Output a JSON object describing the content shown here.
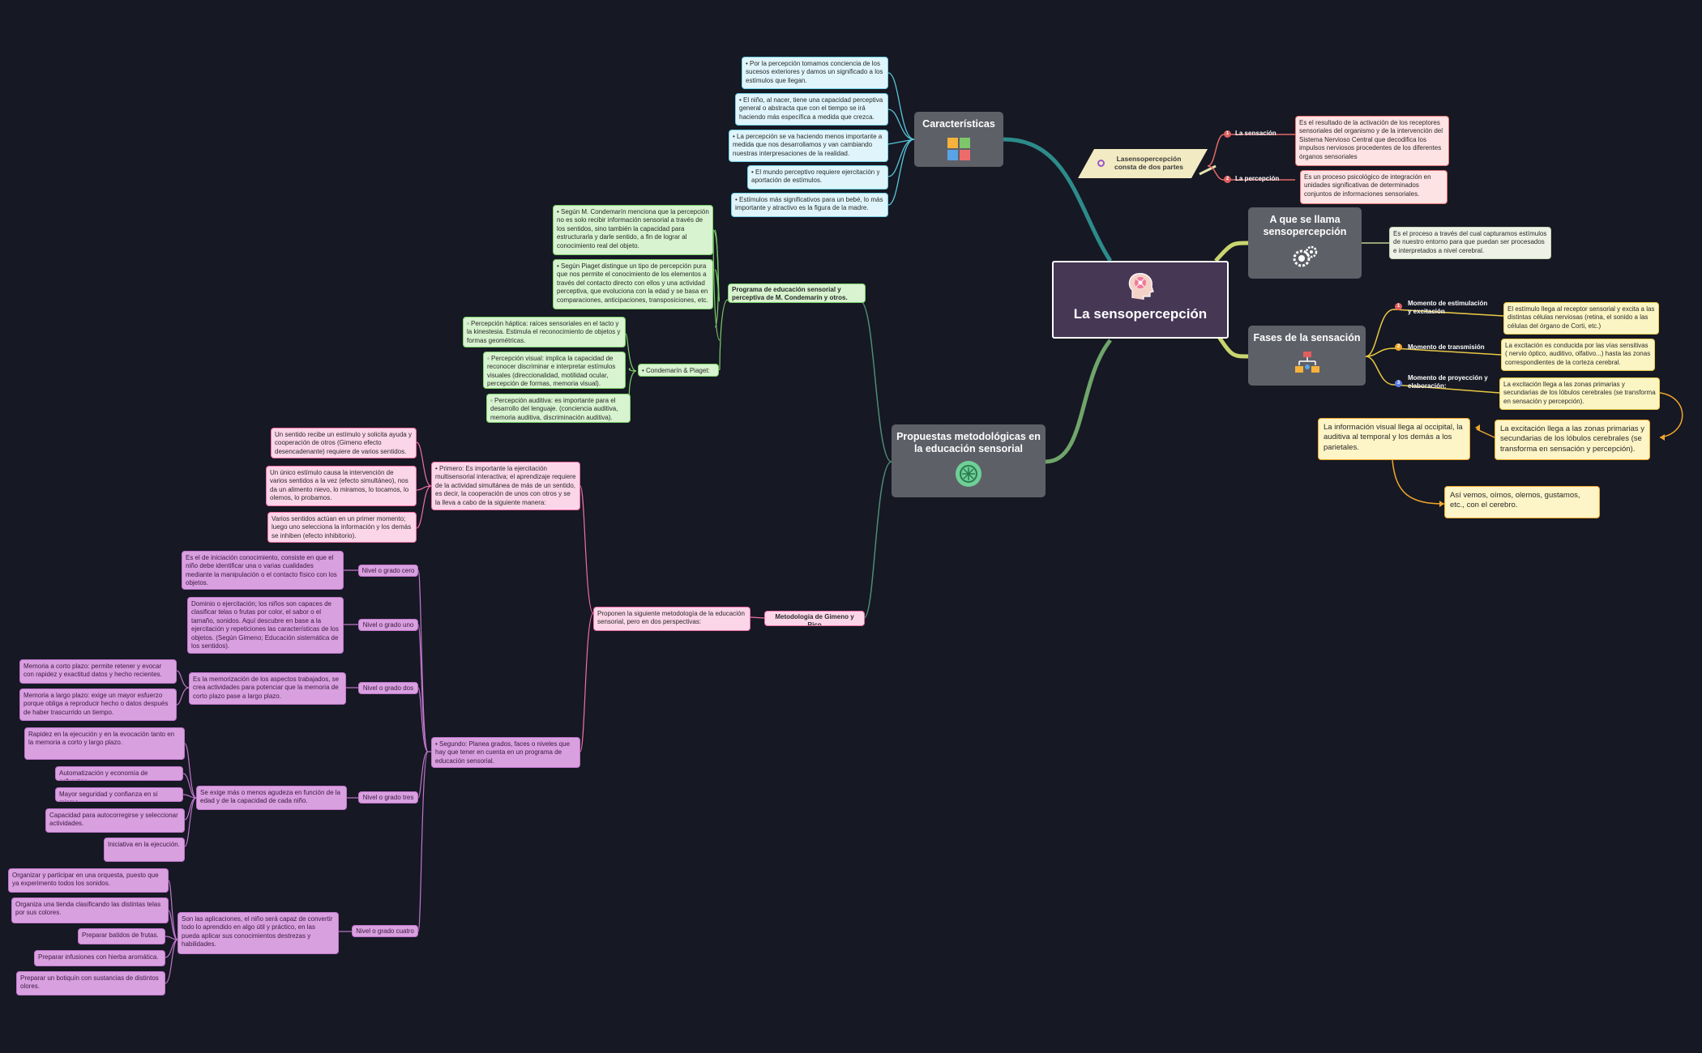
{
  "central": {
    "title": "La sensopercepción",
    "icon": "brain-head-icon"
  },
  "caracteristicas": {
    "title": "Características",
    "icon": "colorful-squares-icon",
    "items": [
      "• Por la percepción tomamos conciencia de los sucesos exteriores y damos un significado a los estímulos que llegan.",
      "• El niño, al nacer, tiene una capacidad perceptiva general o abstracta que con el tiempo se irá haciendo más específica a medida que crezca.",
      "• La percepción se va haciendo menos importante a medida que nos desarrollamos y van cambiando nuestras interpresaciones de la realidad.",
      "• El mundo perceptivo requiere ejercitación y aportación de estímulos.",
      "• Estímulos más significativos para un bebé, lo más importante y atractivo es la figura de la madre."
    ]
  },
  "dos_partes": {
    "label": "Lasensopercepción consta de dos partes",
    "items": [
      {
        "label": "La sensación",
        "text": "Es el resultado de la activación de los receptores sensoriales del organismo y de la intervención del Sistema Nervioso Central que decodifica los impulsos nerviosos procedentes de los diferentes órganos sensoriales"
      },
      {
        "label": "La percepción",
        "text": "Es un proceso psicológico de integración en unidades significativas de determinados conjuntos de informaciones sensoriales."
      }
    ]
  },
  "a_que_se_llama": {
    "title": "A que se llama sensopercepción",
    "icon": "gears-icon",
    "text": "Es el proceso a través del cual capturamos estímulos de nuestro entorno para que puedan ser procesados e interpretados a nivel cerebral."
  },
  "fases": {
    "title": "Fases de la sensación",
    "icon": "network-flow-icon",
    "items": [
      {
        "label": "Momento de estimulación y excitación",
        "text": "El estímulo llega al receptor sensorial y excita a las distintas células nerviosas (retina, el sonido a las células del órgano de Corti, etc.)"
      },
      {
        "label": "Momento de transmisión",
        "text": "La excitación es conducida por las vías sensitivas ( nervio óptico, auditivo, olfativo...) hasta las zonas correspondientes de la corteza cerebral."
      },
      {
        "label": "Momento de proyección y elaboración:",
        "text": "La excitación llega a las zonas primarias y secundarias de los lóbulos cerebrales (se transforma en sensación y percepción)."
      }
    ],
    "flow": [
      "La excitación llega a las zonas primarias y secundarias de los lóbulos cerebrales (se transforma en sensación y percepción).",
      "La información visual llega al occipital, la auditiva al temporal y los demás a los parietales.",
      "Así vemos, oímos, olemos, gustamos, etc., con el cerebro."
    ]
  },
  "propuestas": {
    "title": "Propuestas metodológicas en la educación sensorial",
    "icon": "sensory-circle-icon",
    "programa": {
      "label": "Programa de educación sensorial y perceptiva de M. Condemarín y otros.",
      "condemarin": [
        "• Según M. Condemarín menciona que la percepción no es solo recibir información sensorial a través de los sentidos, sino también la capacidad para estructurarla y darle sentido, a fin de lograr al conocimiento real del objeto.",
        "• Según Piaget distingue un tipo de percepción pura que nos permite el conocimiento de los elementos a través del contacto directo con ellos y una actividad perceptiva, que evoluciona con la edad y se basa en comparaciones, anticipaciones, transposiciones, etc."
      ],
      "cp_label": "• Condemarín & Piaget:",
      "percepciones": [
        "◦ Percepción háptica: raíces sensoriales en el tacto y la kinestesia. Estimula el reconocimiento de objetos y formas geométricas.",
        "◦ Percepción visual: implica la capacidad de reconocer discriminar e interpretar estímulos visuales (direccionalidad, motilidad ocular, percepción de formas, memoria visual).",
        "◦ Percepción auditiva: es importante para el desarrollo del lenguaje. (conciencia auditiva, memoria auditiva, discriminación auditiva)."
      ]
    },
    "gimeno": {
      "label": "Metodología de Gimeno y Rico",
      "proponen": "Proponen la siguiente metodología de la educación sensorial, pero en dos perspectivas:",
      "primero": "• Primero: Es importante la ejercitación multisensorial interactiva; el aprendizaje requiere de la actividad simultánea de más de un sentido, es decir, la cooperación de unos con otros y se la lleva a cabo de la siguiente manera:",
      "primero_items": [
        "Un sentido recibe un estímulo y solicita ayuda y cooperación de otros (Gimeno efecto desencadenante) requiere de varios sentidos.",
        "Un único estímulo causa la intervención de varios sentidos a la vez (efecto simultáneo), nos da un alimento nievo, lo miramos, lo tocamos, lo olemos, lo probamos.",
        "Varios sentidos actúan en un primer momento; luego uno selecciona la información y los demás se inhiben (efecto inhibitorio)."
      ],
      "segundo": "• Segundo: Planea grados, faces o niveles que hay que tener en cuenta en un programa de educación sensorial.",
      "niveles": [
        {
          "label": "Nivel o grado cero",
          "text": "Es el de iniciación conocimiento, consiste en que el niño debe identificar una o varias cualidades mediante la manipulación o el contacto físico con los objetos.",
          "sub": []
        },
        {
          "label": "Nivel o grado uno",
          "text": "Dominio o ejercitación; los niños son capaces de clasificar telas o frutas por color, el sabor o el tamaño, sonidos. Aquí descubre en base a la ejercitación y repeticiones las características de los objetos. (Según Gimeno; Educación sistemática de los sentidos).",
          "sub": []
        },
        {
          "label": "Nivel o grado dos",
          "text": "Es la memorización de los aspectos trabajados, se crea actividades para potenciar que la memoria de corto plazo pase a largo plazo.",
          "sub": [
            "Memoria a corto plazo: permite retener y evocar con rapidez y exactitud datos y hecho recientes.",
            "Memoria a largo plazo: exige un mayor esfuerzo porque obliga a reproducir hecho o datos después de haber trascurrido un tiempo."
          ]
        },
        {
          "label": "Nivel o grado tres",
          "text": "Se exige más o menos agudeza en función de la edad y de la capacidad de cada niño.",
          "sub": [
            "Rapidez en la ejecución y en la evocación tanto en la memoria a corto y largo plazo.",
            "Automatización y economía de esfuerzos.",
            "Mayor seguridad y confianza en sí mismo.",
            "Capacidad para autocorregirse y seleccionar actividades.",
            "Iniciativa en la ejecución."
          ]
        },
        {
          "label": "Nivel o grado cuatro",
          "text": "Son las aplicaciones, el niño será capaz de convertir todo lo aprendido en algo útil y práctico, en las pueda aplicar sus conocimientos destrezas y habilidades.",
          "sub": [
            "Organizar y participar en una orquesta, puesto que ya experimento todos los sonidos.",
            "Organiza una tienda clasificando las distintas telas por sus colores.",
            "Preparar batidos de frutas.",
            "Preparar infusiones con hierba aromática.",
            "Preparar un botiquín con sustancias de distintos olores."
          ]
        }
      ]
    }
  }
}
